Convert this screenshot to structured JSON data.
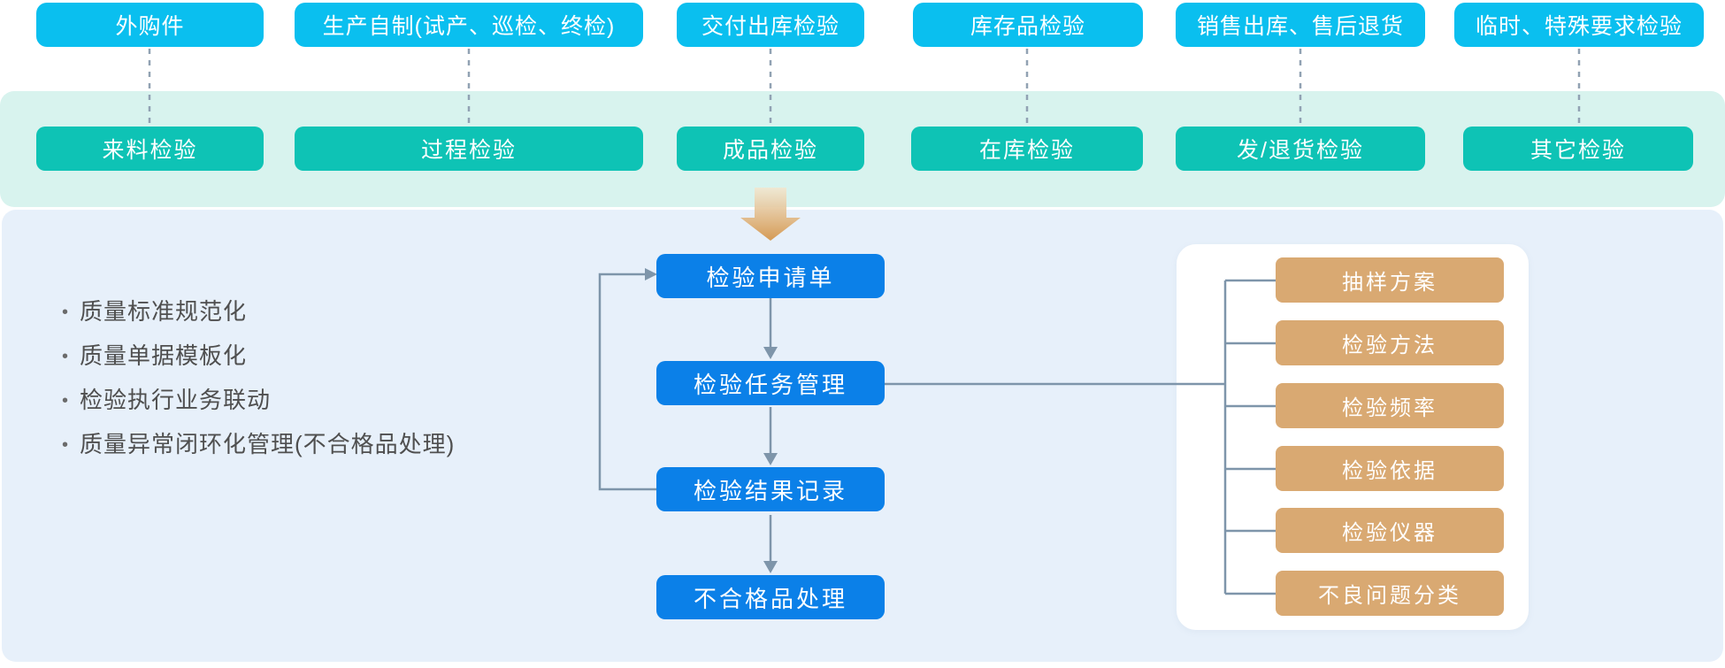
{
  "top_sources": [
    {
      "label": "外购件"
    },
    {
      "label": "生产自制(试产、巡检、终检)"
    },
    {
      "label": "交付出库检验"
    },
    {
      "label": "库存品检验"
    },
    {
      "label": "销售出库、售后退货"
    },
    {
      "label": "临时、特殊要求检验"
    }
  ],
  "inspection_types": [
    {
      "label": "来料检验"
    },
    {
      "label": "过程检验"
    },
    {
      "label": "成品检验"
    },
    {
      "label": "在库检验"
    },
    {
      "label": "发/退货检验"
    },
    {
      "label": "其它检验"
    }
  ],
  "capabilities": [
    "质量标准规范化",
    "质量单据模板化",
    "检验执行业务联动",
    "质量异常闭环化管理(不合格品处理)"
  ],
  "flow_steps": [
    {
      "label": "检验申请单"
    },
    {
      "label": "检验任务管理"
    },
    {
      "label": "检验结果记录"
    },
    {
      "label": "不合格品处理"
    }
  ],
  "standards": [
    {
      "label": "抽样方案"
    },
    {
      "label": "检验方法"
    },
    {
      "label": "检验频率"
    },
    {
      "label": "检验依据"
    },
    {
      "label": "检验仪器"
    },
    {
      "label": "不良问题分类"
    }
  ],
  "palette": {
    "source_box": "#0abfef",
    "inspection_box": "#0ec3b5",
    "band_background": "#d8f3ee",
    "panel_background": "#e7f0fa",
    "flow_box": "#0b80e8",
    "standard_box": "#d9a972",
    "connector": "#7e95aa",
    "chevron_top": "#f2e7d0",
    "chevron_bottom": "#d59a54",
    "bullet_text": "#4f4f4f"
  }
}
